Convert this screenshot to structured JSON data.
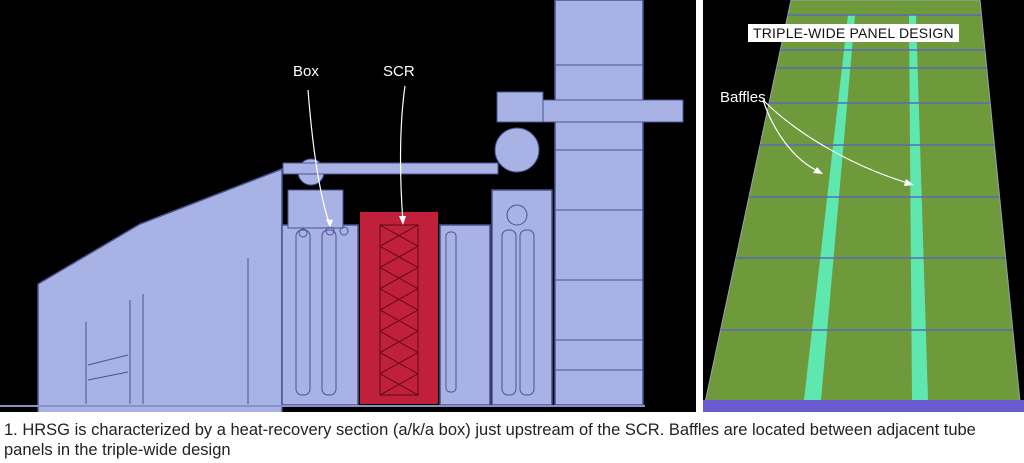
{
  "left_figure": {
    "labels": {
      "box": "Box",
      "scr": "SCR"
    },
    "colors": {
      "casing": "#a9b2e4",
      "outline": "#4a5290",
      "scr": "#c0203a",
      "background": "#000000"
    }
  },
  "right_figure": {
    "title": "TRIPLE-WIDE PANEL DESIGN",
    "labels": {
      "baffles": "Baffles"
    },
    "colors": {
      "panel": "#6e9a3c",
      "baffle": "#5ee8b0",
      "rib": "#5a6ab8"
    }
  },
  "caption": {
    "text": "1. HRSG is characterized by a heat-recovery section (a/k/a box) just upstream of the SCR. Baffles are located between adjacent tube panels in the triple-wide design"
  }
}
